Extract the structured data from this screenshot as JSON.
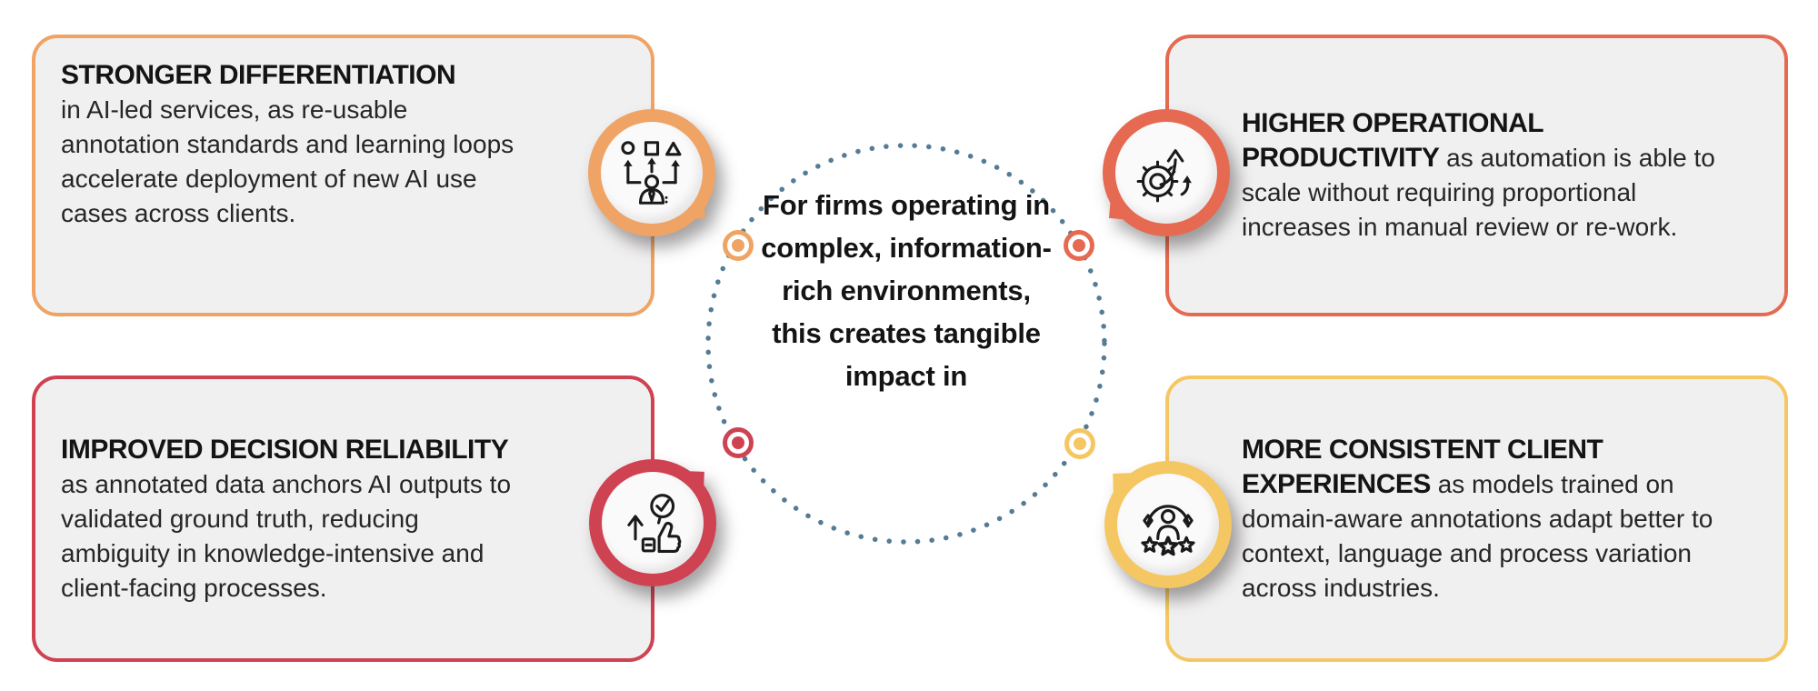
{
  "center": {
    "text": "For firms operating in complex, information-rich environments, this creates tangible impact in"
  },
  "cards": [
    {
      "id": "stronger-differentiation",
      "title": "STRONGER DIFFERENTIATION",
      "body": "in AI-led services, as re-usable annotation standards and learning loops accelerate deployment of new AI use cases across clients.",
      "accent": "#EFA465",
      "icon": "differentiation-icon"
    },
    {
      "id": "higher-operational-productivity",
      "title": "HIGHER OPERATIONAL PRODUCTIVITY",
      "body": "as automation is able to scale without requiring proportional increases in manual review or re-work.",
      "accent": "#E56A51",
      "icon": "productivity-gear-icon"
    },
    {
      "id": "improved-decision-reliability",
      "title": "IMPROVED DECISION RELIABILITY",
      "body": "as annotated data anchors AI outputs to validated ground truth, reducing ambiguity in knowledge-intensive and client-facing processes.",
      "accent": "#CE4251",
      "icon": "reliability-thumbs-up-icon"
    },
    {
      "id": "more-consistent-client-experiences",
      "title": "MORE CONSISTENT CLIENT EXPERIENCES",
      "body": "as models trained on domain-aware annotations adapt better to context, language and process variation across industries.",
      "accent": "#F5C763",
      "icon": "client-experience-icon"
    }
  ],
  "colors": {
    "card_background": "#F1F0F1",
    "dotted_circle": "#567B94",
    "title_text": "#141414",
    "body_text": "#262626"
  }
}
